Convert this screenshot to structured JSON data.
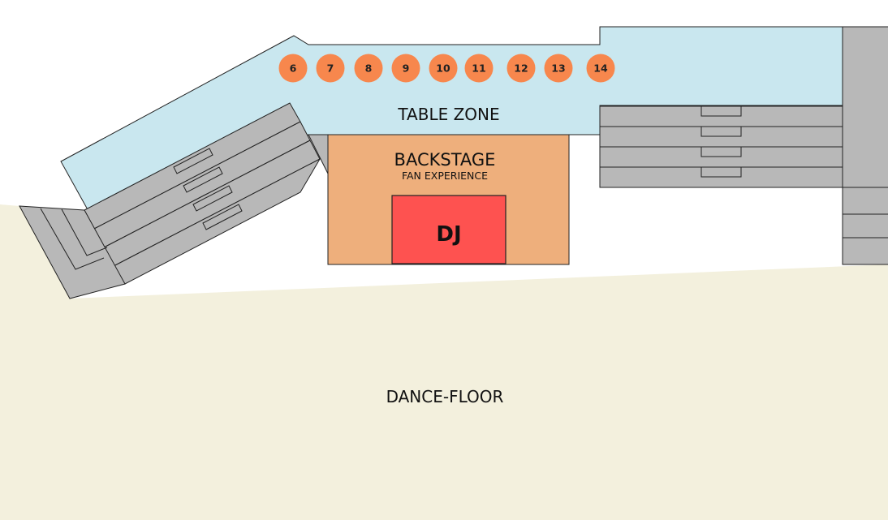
{
  "venue_map": {
    "zones": {
      "table_zone": {
        "label": "TABLE ZONE",
        "color": "#c9e7ef"
      },
      "backstage": {
        "label": "BACKSTAGE",
        "sublabel": "FAN EXPERIENCE",
        "color": "#eeaf7c"
      },
      "dj": {
        "label": "DJ",
        "color": "#fe5250"
      },
      "dance_floor": {
        "label": "DANCE-FLOOR",
        "color": "#f3f0dd"
      }
    },
    "tables": [
      "6",
      "7",
      "8",
      "9",
      "10",
      "11",
      "12",
      "13",
      "14"
    ],
    "table_color": "#f7874d",
    "structure_color": "#b8b8b8"
  }
}
